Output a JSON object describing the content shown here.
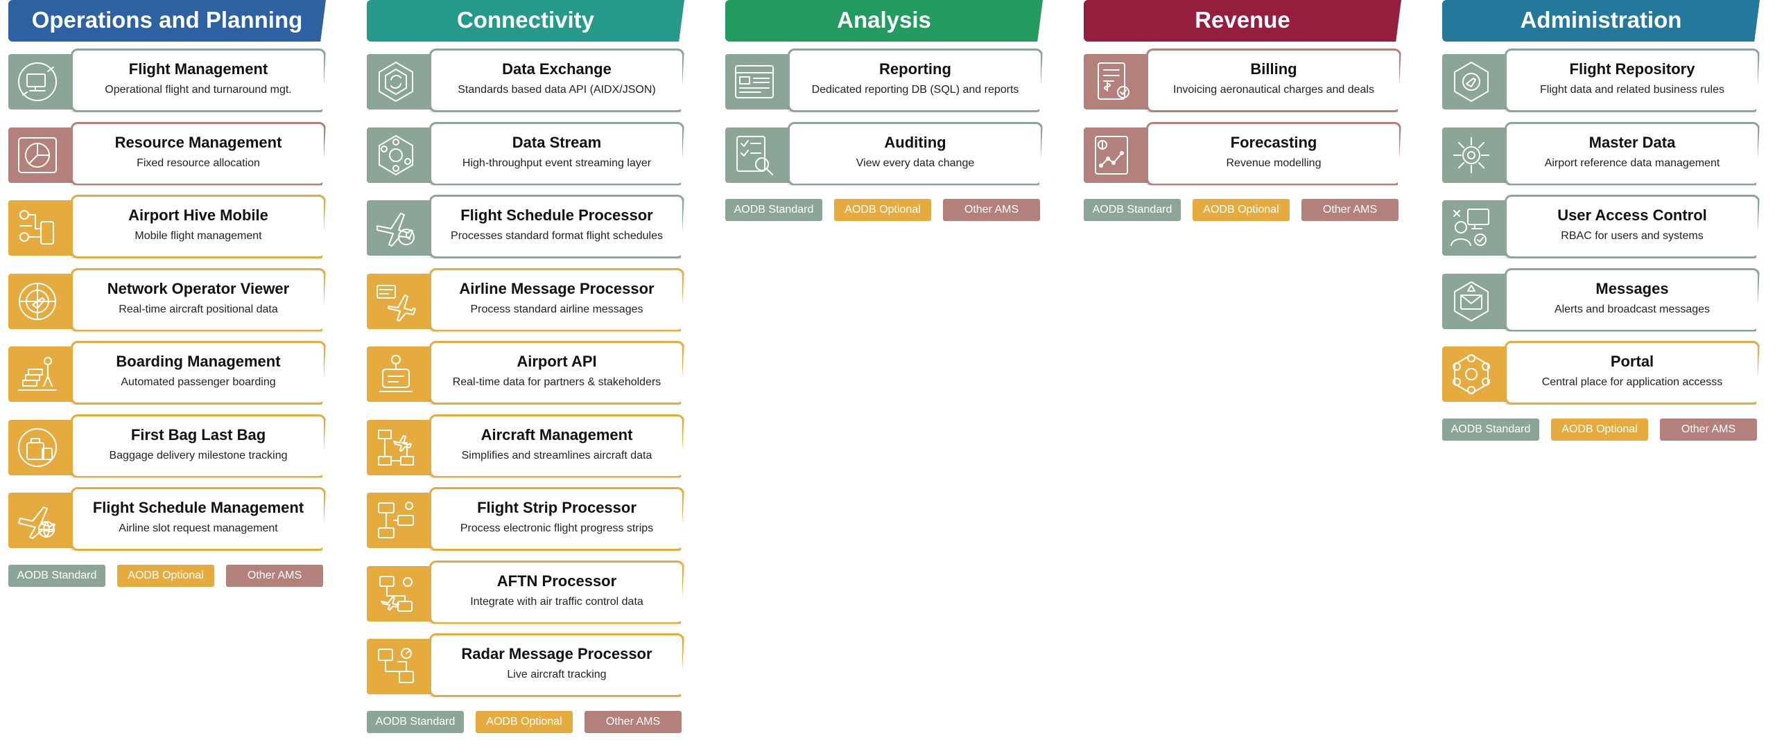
{
  "colors": {
    "standard": "#8ba596",
    "optional": "#e6ab3f",
    "other": "#b3807c",
    "header_ops": "#2d61a2",
    "header_conn": "#26998a",
    "header_analysis": "#239a5e",
    "header_revenue": "#951d3d",
    "header_admin": "#24789c"
  },
  "legend": {
    "standard": "AODB Standard",
    "optional": "AODB Optional",
    "other": "Other AMS"
  },
  "columns": [
    {
      "title": "Operations and Planning",
      "header_color": "#2d61a2",
      "items": [
        {
          "title": "Flight Management",
          "subtitle": "Operational flight and turnaround mgt.",
          "category": "standard",
          "icon": "turnaround-icon"
        },
        {
          "title": "Resource Management",
          "subtitle": "Fixed resource allocation",
          "category": "other",
          "icon": "pie-chart-icon"
        },
        {
          "title": "Airport Hive Mobile",
          "subtitle": "Mobile flight management",
          "category": "optional",
          "icon": "mobile-network-icon"
        },
        {
          "title": "Network Operator Viewer",
          "subtitle": "Real-time aircraft positional data",
          "category": "optional",
          "icon": "radar-plane-icon"
        },
        {
          "title": "Boarding Management",
          "subtitle": "Automated passenger boarding",
          "category": "optional",
          "icon": "boarding-icon"
        },
        {
          "title": "First Bag Last Bag",
          "subtitle": "Baggage delivery milestone tracking",
          "category": "optional",
          "icon": "baggage-icon"
        },
        {
          "title": "Flight Schedule Management",
          "subtitle": "Airline slot request management",
          "category": "optional",
          "icon": "plane-globe-icon"
        }
      ]
    },
    {
      "title": "Connectivity",
      "header_color": "#26998a",
      "items": [
        {
          "title": "Data Exchange",
          "subtitle": "Standards based data API (AIDX/JSON)",
          "category": "standard",
          "icon": "exchange-hex-icon"
        },
        {
          "title": "Data Stream",
          "subtitle": "High-throughput event streaming layer",
          "category": "standard",
          "icon": "stream-hex-icon"
        },
        {
          "title": "Flight Schedule Processor",
          "subtitle": "Processes standard format flight schedules",
          "category": "standard",
          "icon": "plane-clock-icon"
        },
        {
          "title": "Airline Message Processor",
          "subtitle": "Process standard airline messages",
          "category": "optional",
          "icon": "message-plane-icon"
        },
        {
          "title": "Airport API",
          "subtitle": "Real-time data for partners & stakeholders",
          "category": "optional",
          "icon": "api-icon"
        },
        {
          "title": "Aircraft Management",
          "subtitle": "Simplifies and streamlines aircraft data",
          "category": "optional",
          "icon": "aircraft-flow-icon"
        },
        {
          "title": "Flight Strip Processor",
          "subtitle": "Process electronic flight progress strips",
          "category": "optional",
          "icon": "flight-strip-icon"
        },
        {
          "title": "AFTN Processor",
          "subtitle": "Integrate with air traffic control data",
          "category": "optional",
          "icon": "aftn-icon"
        },
        {
          "title": "Radar Message Processor",
          "subtitle": "Live aircraft tracking",
          "category": "optional",
          "icon": "radar-message-icon"
        }
      ]
    },
    {
      "title": "Analysis",
      "header_color": "#239a5e",
      "items": [
        {
          "title": "Reporting",
          "subtitle": "Dedicated reporting DB (SQL) and reports",
          "category": "standard",
          "icon": "report-icon"
        },
        {
          "title": "Auditing",
          "subtitle": "View every data change",
          "category": "standard",
          "icon": "audit-icon"
        }
      ]
    },
    {
      "title": "Revenue",
      "header_color": "#951d3d",
      "items": [
        {
          "title": "Billing",
          "subtitle": "Invoicing aeronautical charges and deals",
          "category": "other",
          "icon": "invoice-icon"
        },
        {
          "title": "Forecasting",
          "subtitle": "Revenue modelling",
          "category": "other",
          "icon": "forecast-icon"
        }
      ]
    },
    {
      "title": "Administration",
      "header_color": "#24789c",
      "items": [
        {
          "title": "Flight Repository",
          "subtitle": "Flight data and related business rules",
          "category": "standard",
          "icon": "repository-icon"
        },
        {
          "title": "Master Data",
          "subtitle": "Airport reference data management",
          "category": "standard",
          "icon": "gear-network-icon"
        },
        {
          "title": "User Access Control",
          "subtitle": "RBAC for users and systems",
          "category": "standard",
          "icon": "user-access-icon"
        },
        {
          "title": "Messages",
          "subtitle": "Alerts and broadcast messages",
          "category": "standard",
          "icon": "alert-message-icon"
        },
        {
          "title": "Portal",
          "subtitle": "Central place for application accesss",
          "category": "optional",
          "icon": "portal-hex-icon"
        }
      ]
    }
  ]
}
